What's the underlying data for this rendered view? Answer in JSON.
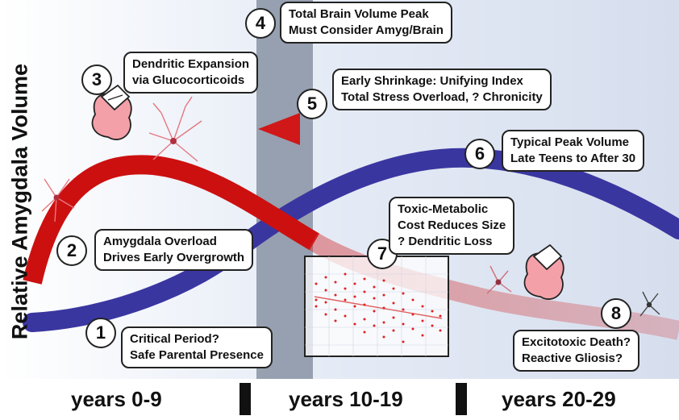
{
  "axis": {
    "ylabel": "Relative Amygdala Volume"
  },
  "periods": [
    "years 0-9",
    "years 10-19",
    "years 20-29"
  ],
  "annotations": [
    {
      "num": "1",
      "lines": [
        "Critical Period?",
        "Safe Parental Presence"
      ]
    },
    {
      "num": "2",
      "lines": [
        "Amygdala Overload",
        "Drives Early Overgrowth"
      ]
    },
    {
      "num": "3",
      "lines": [
        "Dendritic Expansion",
        "via Glucocorticoids"
      ]
    },
    {
      "num": "4",
      "lines": [
        "Total Brain Volume Peak",
        "Must Consider Amyg/Brain"
      ]
    },
    {
      "num": "5",
      "lines": [
        "Early Shrinkage: Unifying Index",
        "Total Stress Overload, ? Chronicity"
      ]
    },
    {
      "num": "6",
      "lines": [
        "Typical Peak Volume",
        "Late Teens to After 30"
      ]
    },
    {
      "num": "7",
      "lines": [
        "Toxic-Metabolic",
        "Cost Reduces Size",
        "? Dendritic Loss"
      ]
    },
    {
      "num": "8",
      "lines": [
        "Excitotoxic Death?",
        "Reactive Gliosis?"
      ]
    }
  ],
  "colors": {
    "early_curve": "#cc1010",
    "typical_curve": "#3a36a0",
    "background": "#dfe6f3",
    "band": "#7f8a9c"
  },
  "icons": [
    "amygdala-icon",
    "neuron-icon"
  ]
}
